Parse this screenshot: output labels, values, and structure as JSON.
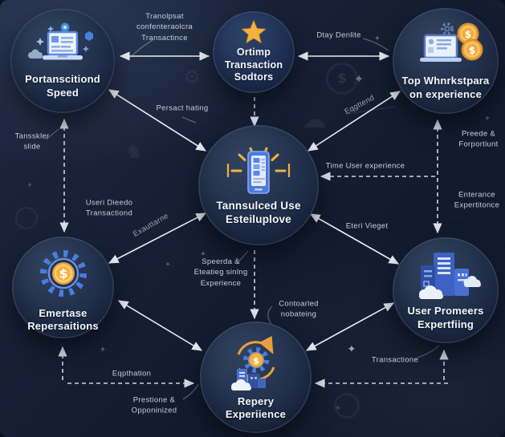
{
  "colors": {
    "background": "#131c2e",
    "node_fill": "#243450",
    "accent_blue": "#4a7de0",
    "gold": "#f2b23e",
    "orange": "#e8a13c",
    "arrow": "#e9edf5",
    "edge_label_text": "#c6cedd",
    "node_text": "#f3f6fb"
  },
  "glyphs": {
    "dollar": "$",
    "sparkle": "✦",
    "cloud": "☁",
    "gear": "⚙",
    "knight": "♞"
  },
  "nodes": [
    {
      "id": "top-left",
      "label": "Portanscitiond\nSpeed",
      "icon": "laptop-icon"
    },
    {
      "id": "top-center",
      "label": "Ortimp\nTransaction\nSodtors",
      "icon": "star-icon"
    },
    {
      "id": "top-right",
      "label": "Top Whnrkstpara\non experience",
      "icon": "laptop-coins-icon"
    },
    {
      "id": "middle-center",
      "label": "Tannsulced Use\nEsteiluplove",
      "icon": "tablet-rays-icon"
    },
    {
      "id": "bottom-left",
      "label": "Emertase\nRepersaitions",
      "icon": "gear-coin-icon"
    },
    {
      "id": "bottom-right",
      "label": "User Promeers\nExpertfiing",
      "icon": "buildings-icon"
    },
    {
      "id": "bottom-center",
      "label": "Repery\nExperiience",
      "icon": "cycle-gear-coin-icon"
    }
  ],
  "edge_labels": [
    {
      "text": "Tranolpsat\nconfenteraolcra\nTransactince"
    },
    {
      "text": "Dtay Denlite"
    },
    {
      "text": "Persact hating"
    },
    {
      "text": "Eqgttend"
    },
    {
      "text": "Time User experience"
    },
    {
      "text": "Preede &\nForportiunt"
    },
    {
      "text": "Tansskler\nslide"
    },
    {
      "text": "Useri Dieedo\nTransactiond"
    },
    {
      "text": "Exauttarne"
    },
    {
      "text": "Eteri Vieget"
    },
    {
      "text": "Enterance\nExpertitonce"
    },
    {
      "text": "Speerda &\nEteatieg sinlng\nExperience"
    },
    {
      "text": "Contoarled\nnobateing"
    },
    {
      "text": "Eqpthation"
    },
    {
      "text": "Prestione &\nOpponinized"
    },
    {
      "text": "Transactione"
    }
  ],
  "edges": [
    {
      "from": "top-left",
      "to": "top-center",
      "style": "solid",
      "heads": 2
    },
    {
      "from": "top-center",
      "to": "top-right",
      "style": "solid",
      "heads": 2
    },
    {
      "from": "top-center",
      "to": "middle-center",
      "style": "dashed",
      "heads": 1
    },
    {
      "from": "top-left",
      "to": "middle-center",
      "style": "solid",
      "heads": 2
    },
    {
      "from": "top-right",
      "to": "middle-center",
      "style": "solid",
      "heads": 2
    },
    {
      "from": "middle-center",
      "to": "bottom-left",
      "style": "solid",
      "heads": 2
    },
    {
      "from": "middle-center",
      "to": "bottom-right",
      "style": "solid",
      "heads": 2
    },
    {
      "from": "middle-center",
      "to": "bottom-center",
      "style": "dashed",
      "heads": 1
    },
    {
      "from": "bottom-left",
      "to": "bottom-center",
      "style": "solid",
      "heads": 2
    },
    {
      "from": "bottom-right",
      "to": "bottom-center",
      "style": "solid",
      "heads": 2
    },
    {
      "from": "top-left",
      "to": "bottom-left",
      "style": "dashed",
      "heads": 2
    },
    {
      "from": "top-right",
      "to": "bottom-right",
      "style": "dashed",
      "heads": 2
    },
    {
      "from": "right-rail",
      "to": "middle-center",
      "style": "dashed",
      "heads": 1
    },
    {
      "from": "bottom-left",
      "to": "bottom-center",
      "style": "dashed",
      "heads": 1
    },
    {
      "from": "bottom-right",
      "to": "bottom-center",
      "style": "dashed",
      "heads": 1
    }
  ]
}
